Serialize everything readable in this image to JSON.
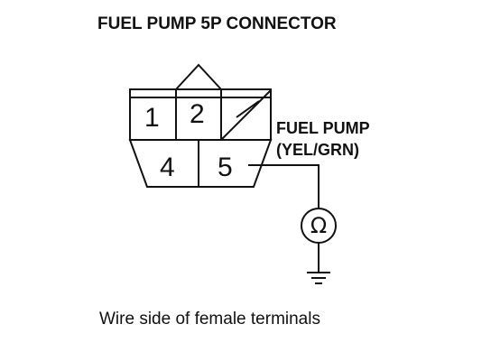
{
  "title": "FUEL PUMP 5P CONNECTOR",
  "connector": {
    "pins": [
      "1",
      "2",
      "4",
      "5"
    ]
  },
  "wire_label": {
    "line1": "FUEL PUMP",
    "line2": "(YEL/GRN)"
  },
  "meter_symbol": "Ω",
  "caption": "Wire side of female terminals"
}
